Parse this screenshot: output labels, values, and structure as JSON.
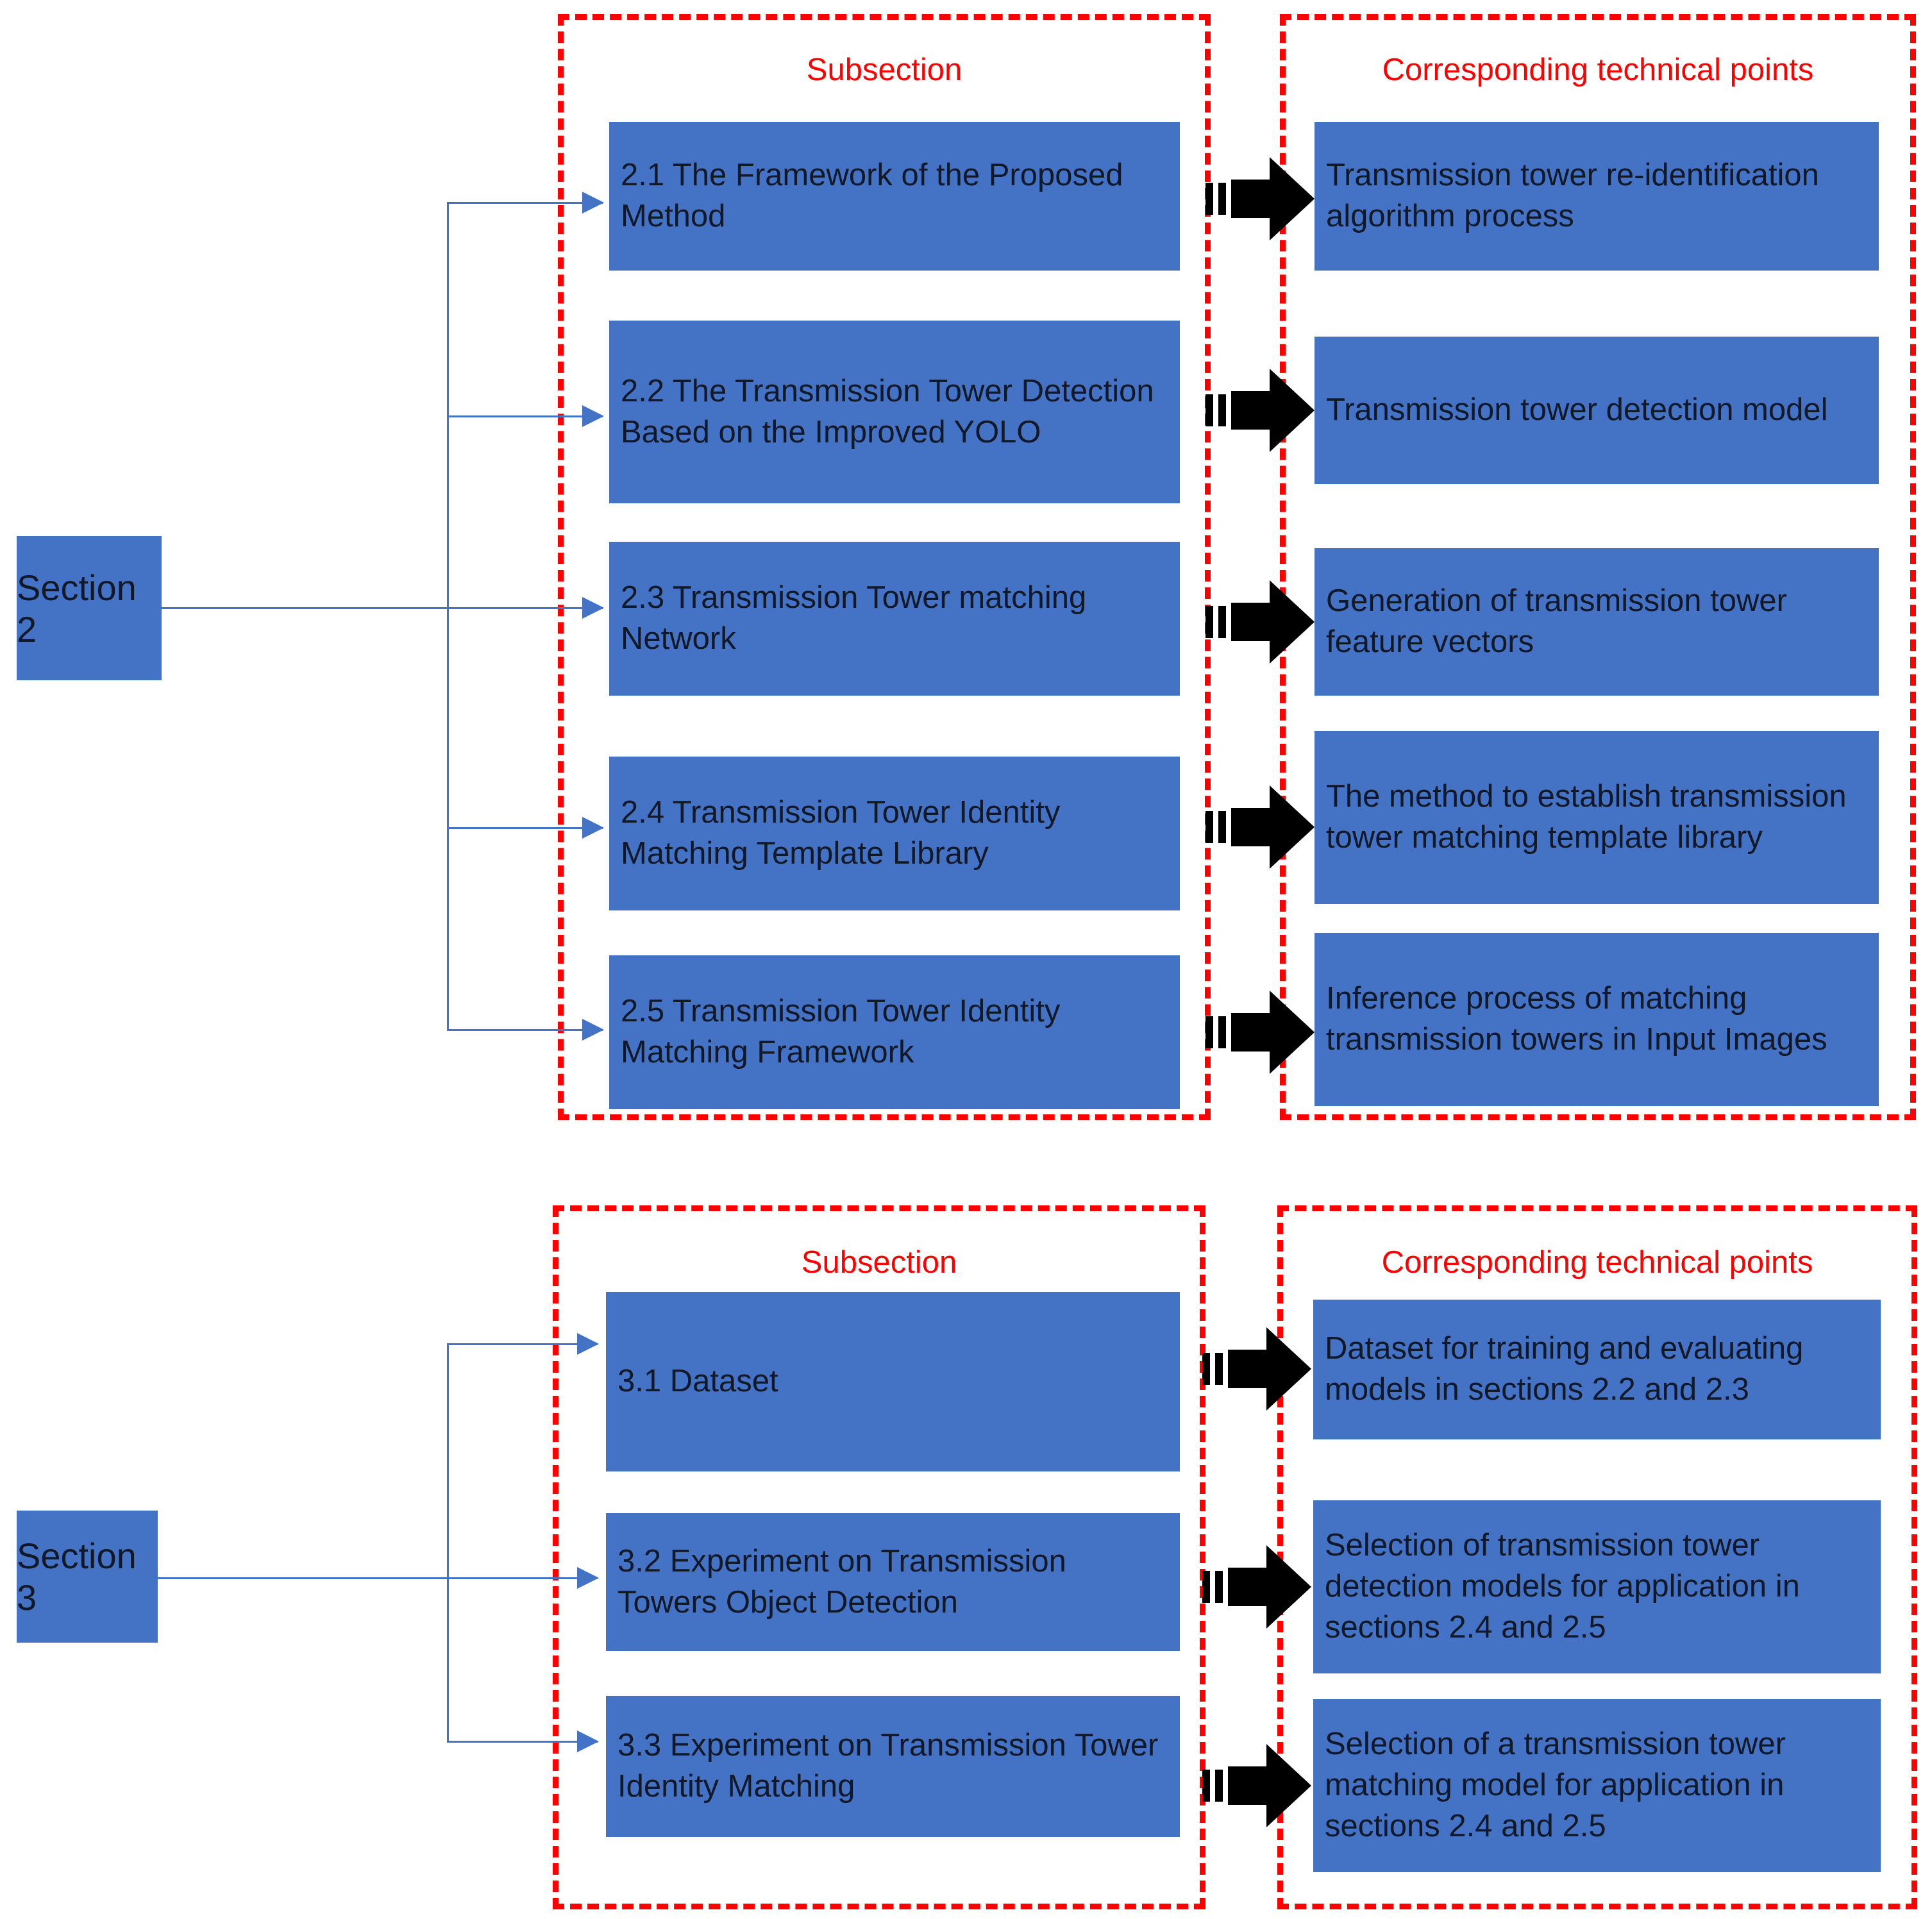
{
  "colors": {
    "box_fill": "#4472C4",
    "dashed_border": "#FF0000",
    "connector": "#4472C4",
    "block_arrow": "#000000",
    "text": "#111827"
  },
  "sections": [
    {
      "id": "section-2",
      "root_label": "Section 2",
      "headers": {
        "left": "Subsection",
        "right": "Corresponding technical points"
      },
      "rows": [
        {
          "subsection": "2.1 The Framework of the Proposed Method",
          "technical_point": "Transmission tower re-identification algorithm process"
        },
        {
          "subsection": "2.2 The Transmission Tower Detection Based on the Improved YOLO",
          "technical_point": "Transmission tower detection model"
        },
        {
          "subsection": "2.3 Transmission Tower matching Network",
          "technical_point": "Generation of transmission tower feature vectors"
        },
        {
          "subsection": "2.4 Transmission Tower Identity Matching Template Library",
          "technical_point": "The method to establish transmission tower matching template library"
        },
        {
          "subsection": "2.5 Transmission Tower Identity Matching Framework",
          "technical_point": "Inference process of matching transmission towers in Input Images"
        }
      ]
    },
    {
      "id": "section-3",
      "root_label": "Section 3",
      "headers": {
        "left": "Subsection",
        "right": "Corresponding technical points"
      },
      "rows": [
        {
          "subsection": "3.1 Dataset",
          "technical_point": "Dataset for training and evaluating models in sections 2.2 and 2.3"
        },
        {
          "subsection": "3.2 Experiment on Transmission Towers Object Detection",
          "technical_point": "Selection of transmission tower detection models for application in sections 2.4 and 2.5"
        },
        {
          "subsection": "3.3 Experiment on Transmission Tower Identity Matching",
          "technical_point": "Selection of a transmission tower matching model for application in sections 2.4 and 2.5"
        }
      ]
    }
  ],
  "icons": {
    "block_arrow": "block-right-arrow",
    "line_arrow": "line-right-arrow"
  }
}
